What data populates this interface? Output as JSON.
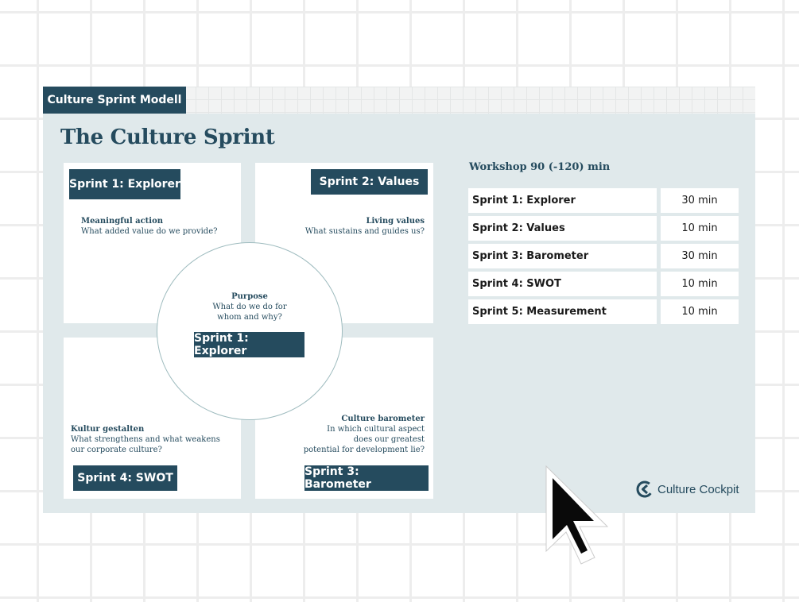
{
  "tab": {
    "label": "Culture Sprint Modell"
  },
  "slide": {
    "title": "The Culture Sprint",
    "quadrants": [
      {
        "button": "Sprint 1: Explorer",
        "label": "Meaningful action",
        "text": [
          "What added value do we provide?"
        ]
      },
      {
        "button": "Sprint 2: Values",
        "label": "Living values",
        "text": [
          "What sustains and guides us?"
        ]
      },
      {
        "button": "Sprint 4: SWOT",
        "label": "Kultur gestalten",
        "text": [
          "What strengthens and what weakens",
          "our corporate culture?"
        ]
      },
      {
        "button": "Sprint 3: Barometer",
        "label": "Culture barometer",
        "text": [
          "In which cultural aspect",
          "does our greatest",
          "potential for development lie?"
        ]
      }
    ],
    "center": {
      "label": "Purpose",
      "text": [
        "What do we do for",
        "whom and why?"
      ],
      "button": "Sprint 1: Explorer"
    },
    "workshop": {
      "title": "Workshop 90 (-120) min",
      "rows": [
        {
          "name": "Sprint 1: Explorer",
          "time": "30 min"
        },
        {
          "name": "Sprint 2: Values",
          "time": "10 min"
        },
        {
          "name": "Sprint 3: Barometer",
          "time": "30 min"
        },
        {
          "name": "Sprint 4: SWOT",
          "time": "10 min"
        },
        {
          "name": "Sprint 5: Measurement",
          "time": "10 min"
        }
      ]
    },
    "logo": {
      "text": "Culture Cockpit",
      "icon": "culture-cockpit-logo-icon"
    }
  },
  "colors": {
    "primary": "#254b5e",
    "slide_bg": "#e0e9eb",
    "circle_border": "#9fbcbf"
  },
  "cursor": {
    "icon": "mouse-pointer-icon"
  }
}
